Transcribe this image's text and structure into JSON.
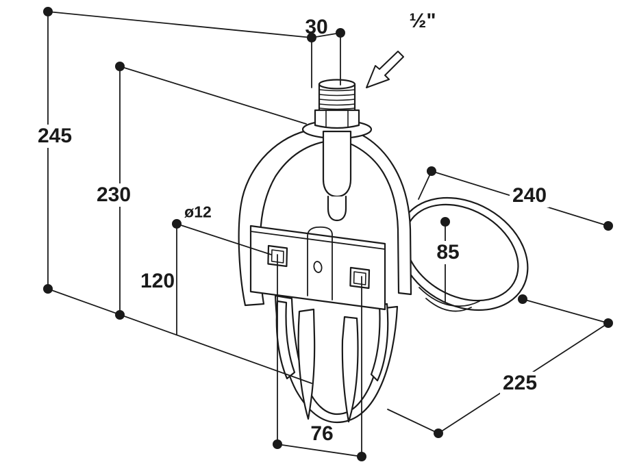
{
  "drawing": {
    "background_color": "#ffffff",
    "line_color": "#1a1a1a",
    "labels": {
      "overall_height": "245",
      "body_height": "230",
      "hole_diameter": "ø12",
      "hole_center_height": "120",
      "hole_spacing": "76",
      "connector_width": "30",
      "thread_size": "½\"",
      "bowl_width": "240",
      "bowl_depth": "85",
      "overall_depth": "225"
    }
  }
}
